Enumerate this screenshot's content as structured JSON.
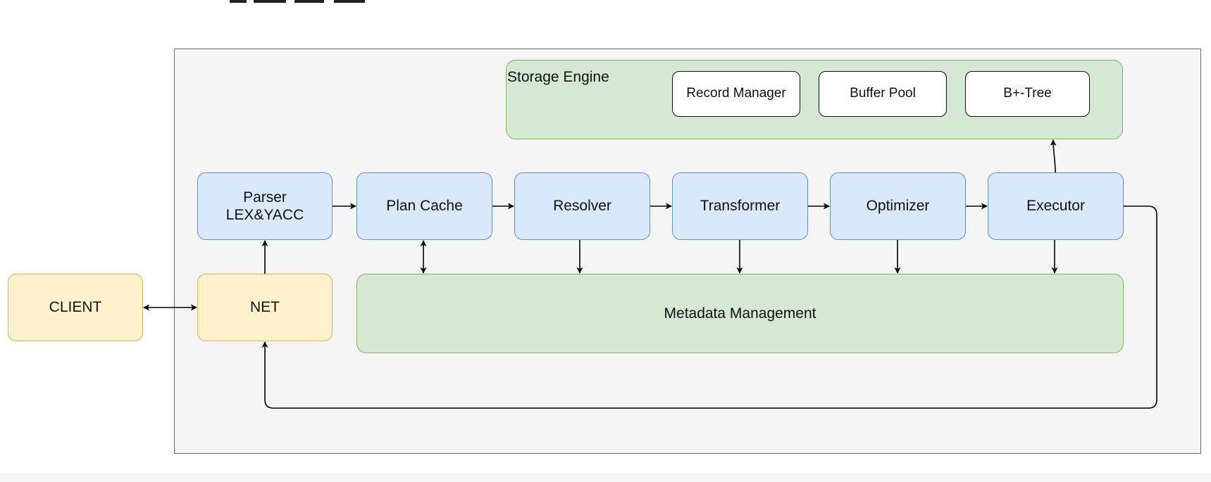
{
  "diagram": {
    "client": {
      "label": "CLIENT"
    },
    "net": {
      "label": "NET"
    },
    "parser": {
      "label": "Parser\nLEX&YACC"
    },
    "plan_cache": {
      "label": "Plan Cache"
    },
    "resolver": {
      "label": "Resolver"
    },
    "transformer": {
      "label": "Transformer"
    },
    "optimizer": {
      "label": "Optimizer"
    },
    "executor": {
      "label": "Executor"
    },
    "metadata": {
      "label": "Metadata Management"
    },
    "storage_engine": {
      "label": "Storage Engine",
      "record_manager": "Record Manager",
      "buffer_pool": "Buffer Pool",
      "bplus_tree": "B+-Tree"
    }
  },
  "colors": {
    "process_fill": "#dae8fc",
    "process_stroke": "#6c8ebf",
    "store_fill": "#d5e8d4",
    "store_stroke": "#82b366",
    "io_fill": "#fff2cc",
    "io_stroke": "#d6b656",
    "container_fill": "#f5f5f5"
  }
}
